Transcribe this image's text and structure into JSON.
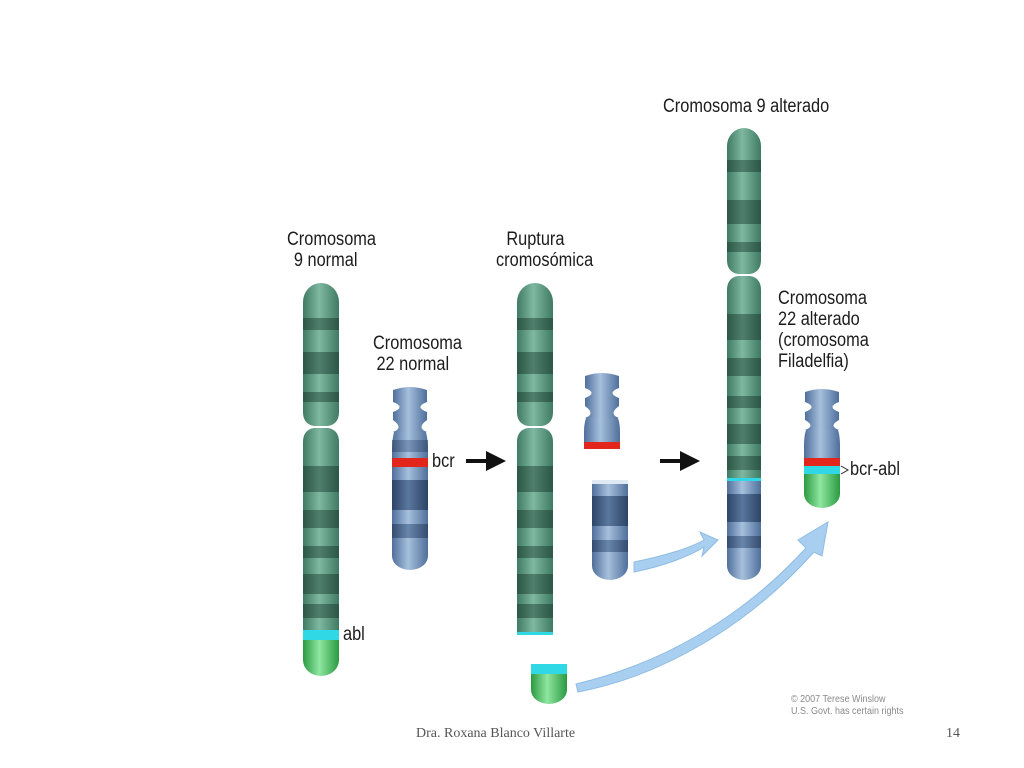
{
  "labels": {
    "chr9_normal": [
      "Cromosoma",
      "9 normal"
    ],
    "chr22_normal": [
      "Cromosoma",
      "22 normal"
    ],
    "rupture": [
      "Ruptura",
      "cromosómica"
    ],
    "chr9_altered": "Cromosoma 9 alterado",
    "chr22_altered": [
      "Cromosoma",
      "22 alterado",
      "(cromosoma",
      "Filadelfia)"
    ],
    "gene_bcr": "bcr",
    "gene_abl": "abl",
    "gene_bcr_abl": "bcr-abl"
  },
  "credit": [
    "© 2007 Terese Winslow",
    "U.S. Govt. has certain rights"
  ],
  "footer": {
    "author": "Dra. Roxana Blanco Villarte",
    "page": "14"
  },
  "colors": {
    "chr9_green": "#5f9c82",
    "chr9_band": "#3d6f5b",
    "chr22_blue": "#7d9ec4",
    "chr22_band": "#3f5a7e",
    "bcr_red": "#e2261c",
    "abl_cyan": "#30d8e6",
    "abl_green": "#45c25e",
    "arrow_black": "#111111",
    "arrow_light_blue": "#a9cff0"
  }
}
